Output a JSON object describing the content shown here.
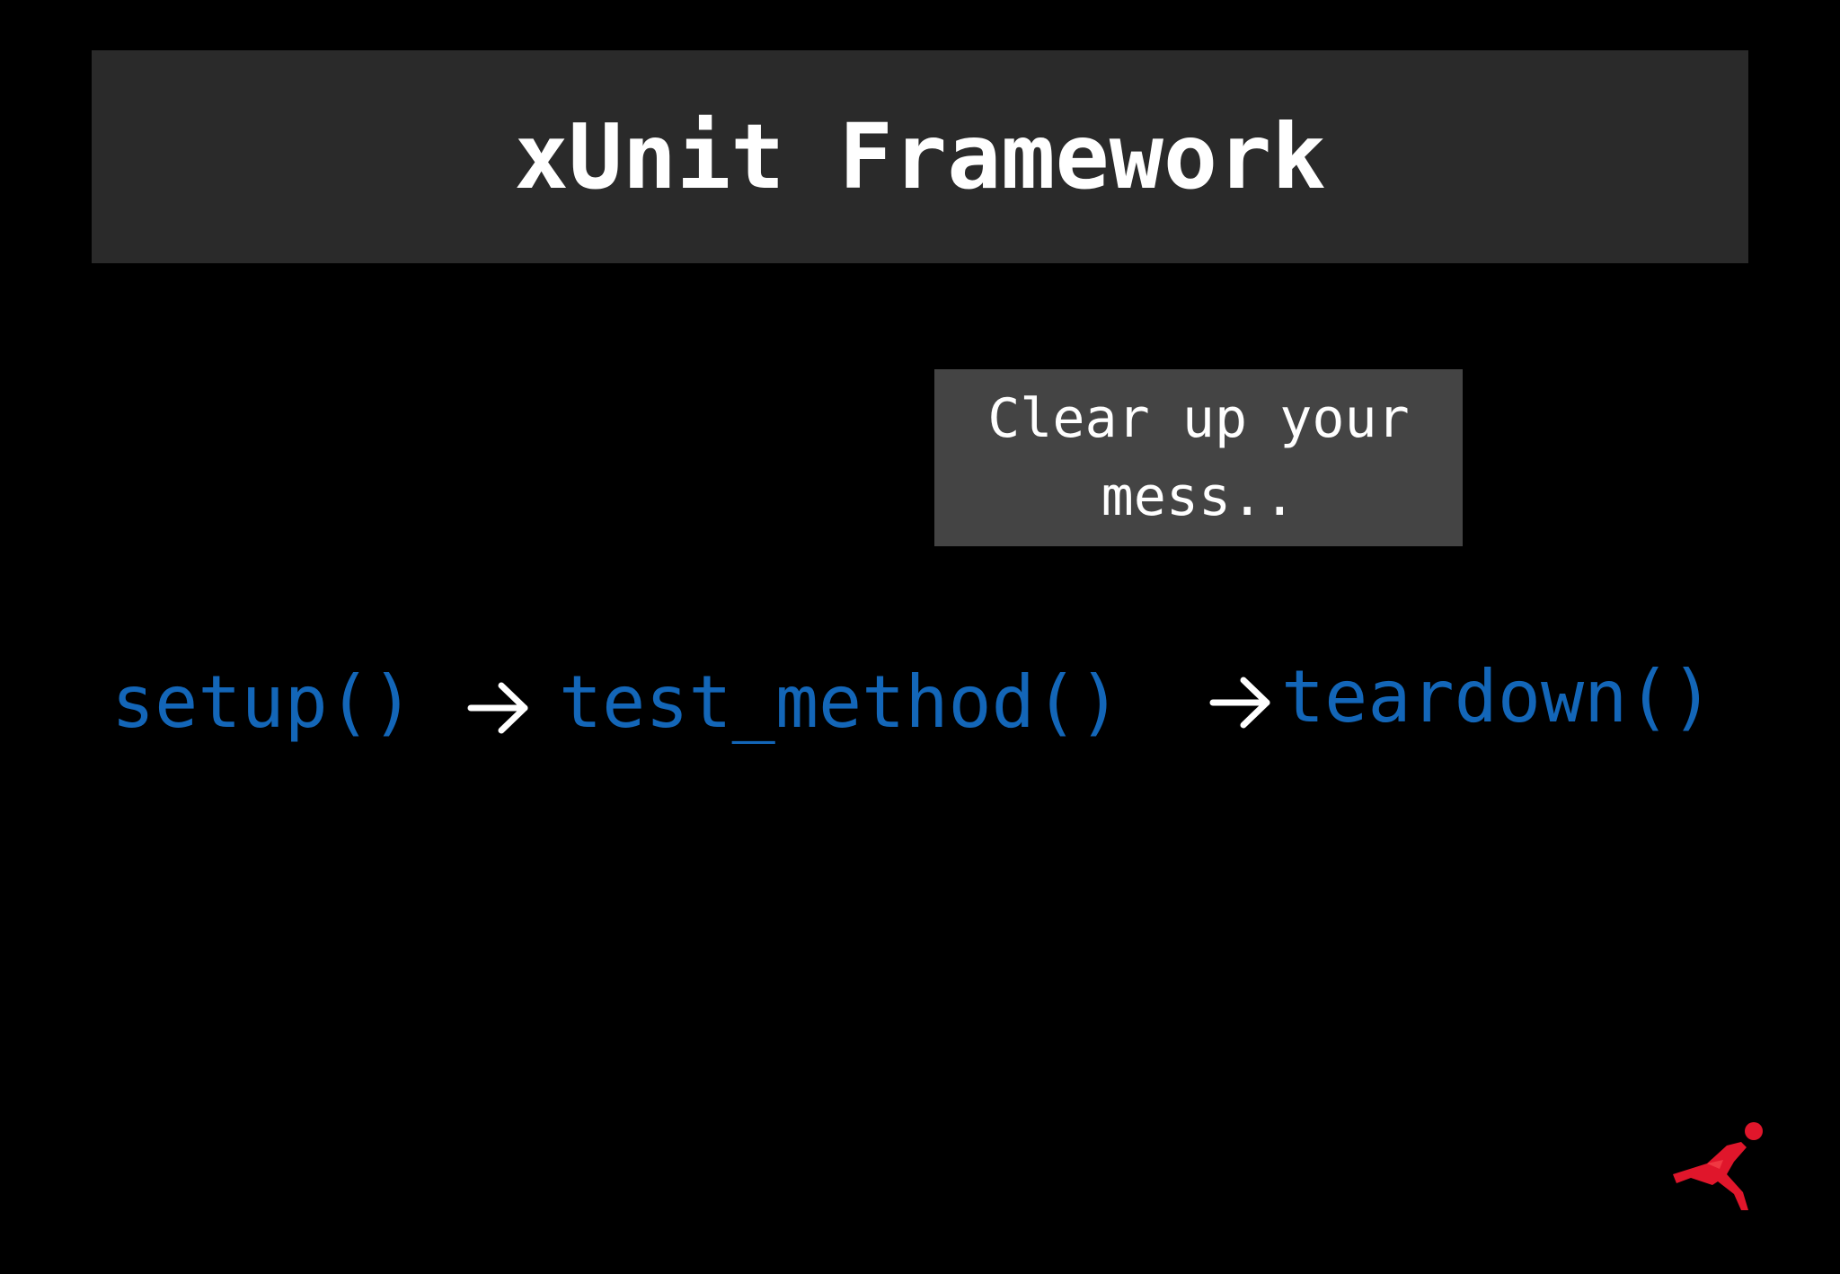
{
  "slide": {
    "title": "xUnit Framework",
    "callout": "Clear up your\nmess..",
    "flow": {
      "step1": "setup()",
      "step2": "test_method()",
      "step3": "teardown()"
    },
    "icons": {
      "arrow": "arrow-right-icon",
      "logo": "runner-logo-icon"
    },
    "colors": {
      "background": "#000000",
      "title_bar": "#2a2a2a",
      "callout_box": "#444444",
      "code_text": "#1366b8",
      "arrow": "#ffffff",
      "logo": "#e0162b"
    }
  }
}
